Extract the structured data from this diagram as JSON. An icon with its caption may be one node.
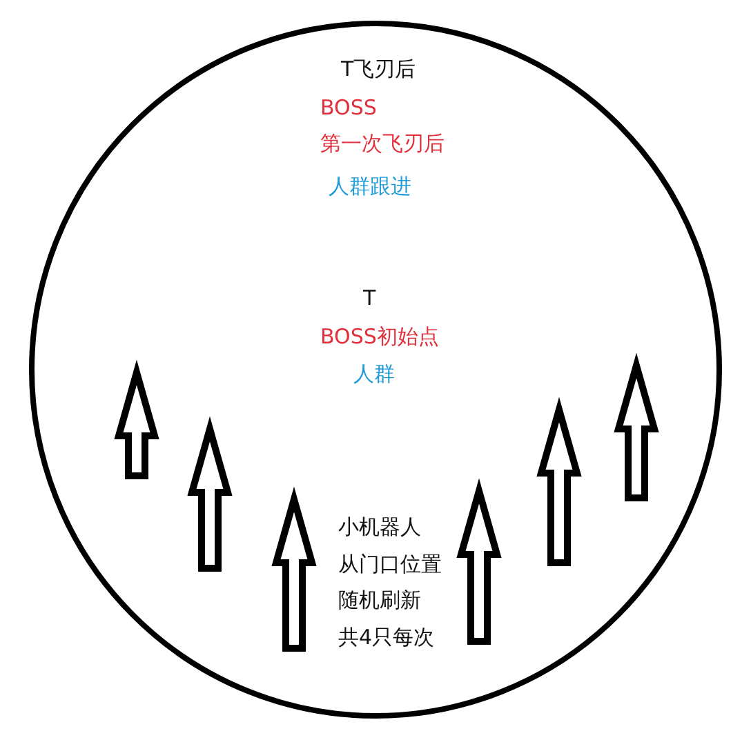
{
  "diagram": {
    "nodes": [
      {
        "text": [
          "T飞刃后",
          "BOSS",
          "第一次飞刃后",
          "人群跟进",
          "T",
          "BOSS初始点",
          "人群",
          "小机器人从门口位置随机刷新共4只每次"
        ]
      }
    ]
  }
}
